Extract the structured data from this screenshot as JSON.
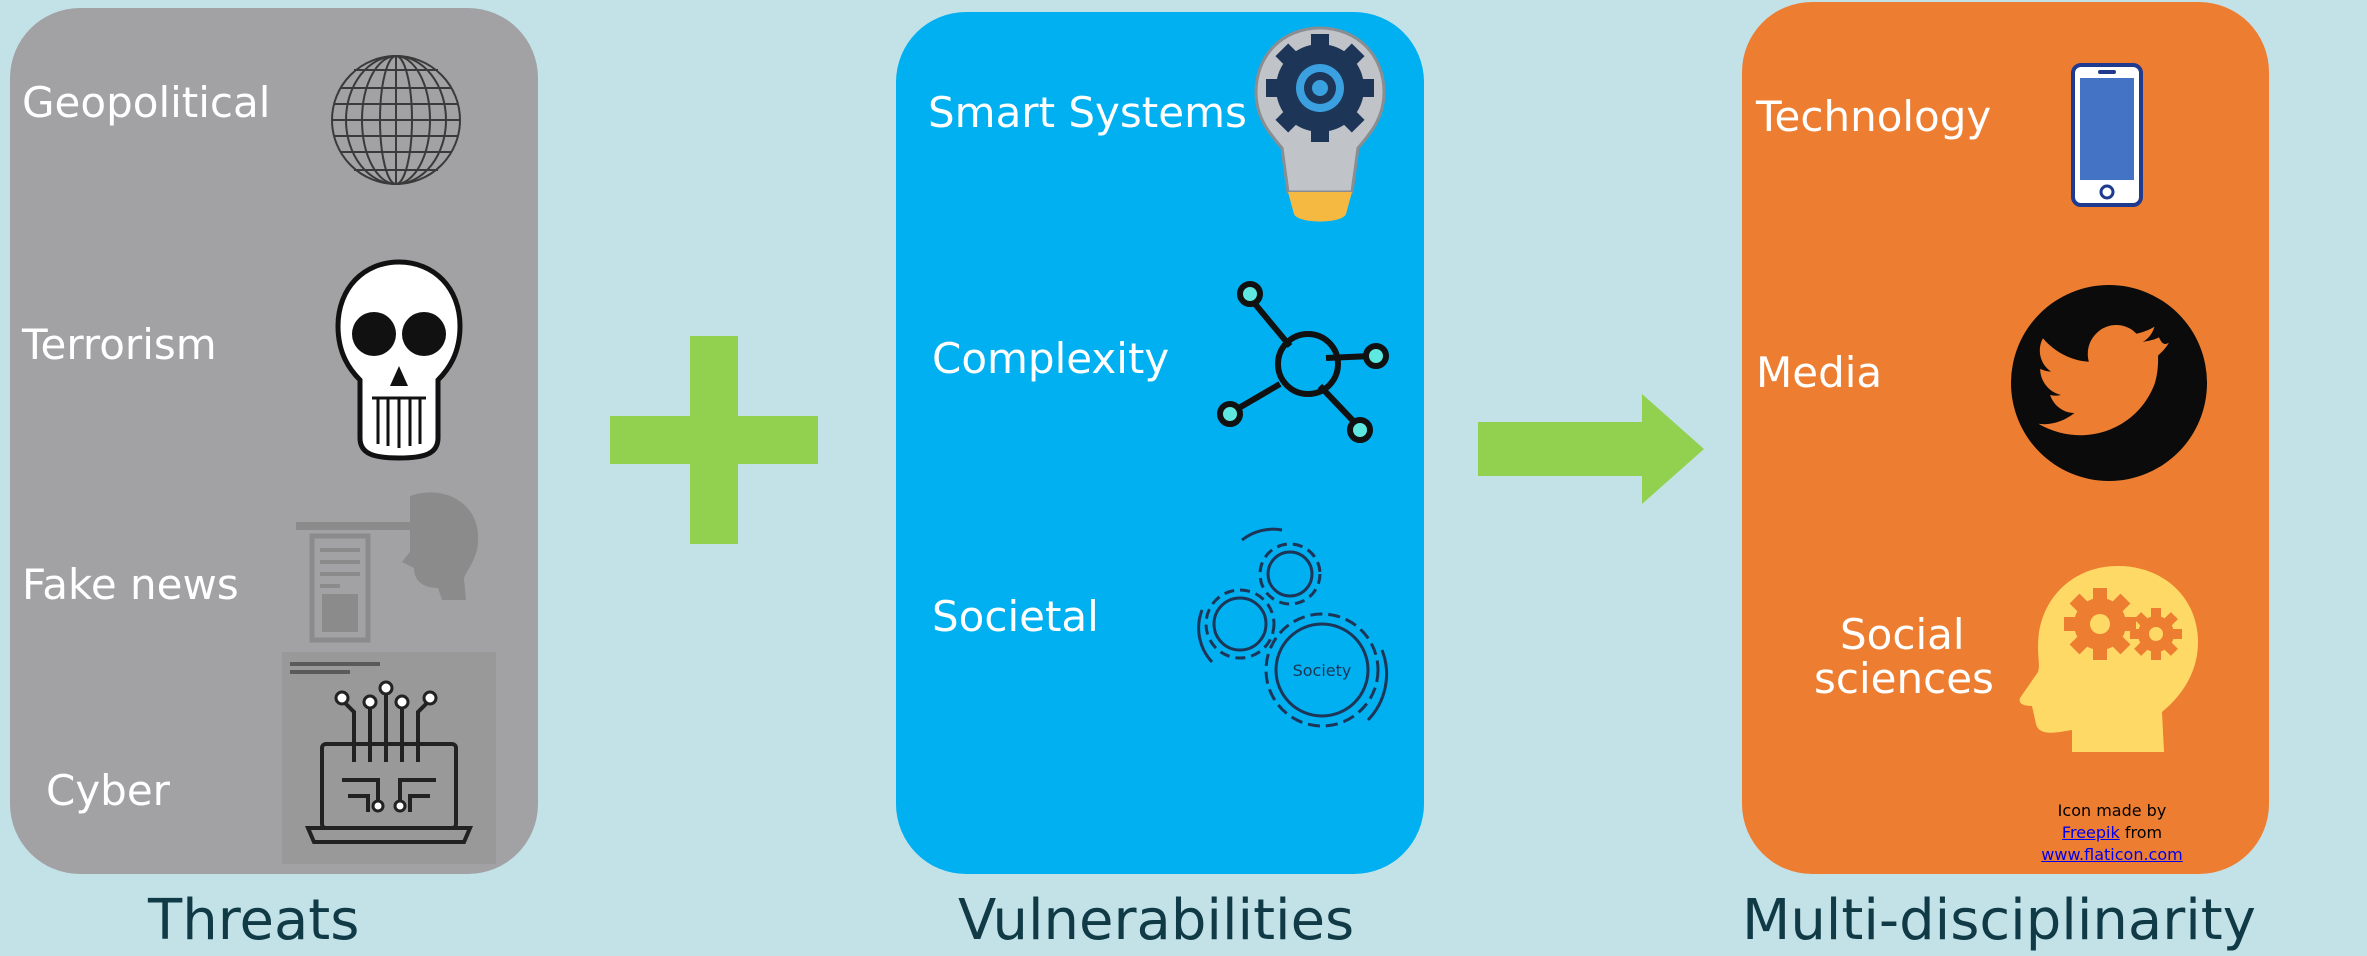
{
  "threats": {
    "caption": "Threats",
    "items": [
      {
        "label": "Geopolitical",
        "icon": "globe-icon"
      },
      {
        "label": "Terrorism",
        "icon": "skull-icon"
      },
      {
        "label": "Fake news",
        "icon": "liar-newspaper-icon"
      },
      {
        "label": "Cyber",
        "icon": "laptop-circuit-icon"
      }
    ]
  },
  "operators": {
    "plus": "plus-icon",
    "arrow": "arrow-right-icon"
  },
  "vulnerabilities": {
    "caption": "Vulnerabilities",
    "items": [
      {
        "label": "Smart Systems",
        "icon": "lightbulb-gear-icon"
      },
      {
        "label": "Complexity",
        "icon": "network-hub-icon"
      },
      {
        "label": "Societal",
        "icon": "society-gears-icon",
        "icon_text": "Society"
      }
    ]
  },
  "multidisciplinarity": {
    "caption": "Multi-disciplinarity",
    "items": [
      {
        "label": "Technology",
        "icon": "smartphone-icon"
      },
      {
        "label": "Media",
        "icon": "twitter-bird-icon"
      },
      {
        "label_line1": "Social",
        "label_line2": "sciences",
        "icon": "head-gears-icon"
      }
    ],
    "credit": {
      "line1": "Icon made by",
      "link1": "Freepik",
      "from": " from",
      "link2": "www.flaticon.com"
    }
  },
  "colors": {
    "background": "#c3e2e8",
    "threats": "#a2a1a3",
    "vulnerabilities": "#00b0f0",
    "multidisciplinarity": "#ed7d31",
    "operator": "#92d050",
    "caption": "#0f3a46"
  }
}
